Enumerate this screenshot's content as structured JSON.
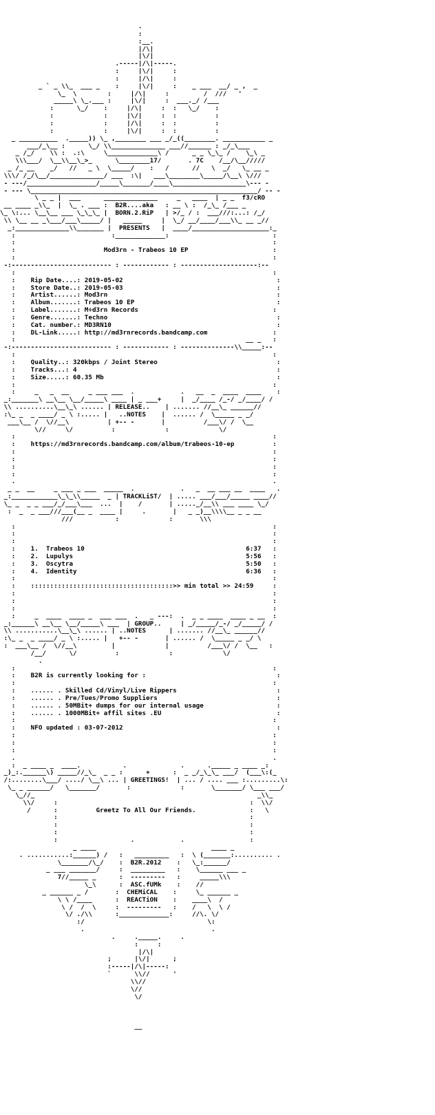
{
  "nfo": {
    "lines": [
      "                                    .",
      "                                    :",
      "                                    :__.",
      "                                    |/\\|",
      "                                    |\\/|",
      "                              .-----|/\\|-----.",
      "                              :     |\\/|     :",
      "                              :     |/\\|     :",
      "          _ ` _ \\\\_  ___ _    :     |\\/|     :    _ ___  __/ _ ,  _",
      "               \\_  \\        :     |/\\|     :         /  ///   '",
      "              _____\\ \\_.___ :     |\\/|     :  ___._/ /___",
      "             :      \\_/    :     |/\\|     :  :   \\_/    :",
      "             :             :     |\\/|     :  :          :",
      "             :             :     |/\\|     :  :          :",
      "             :             :     |\\/|     :  :          :",
      "   _ __________  ._____)) \\_ ,________ ___ _/_((________. ___________ _",
      "       ___/_\\__ :      \\_/ \\\\______________ ___//______ : _/_\\___",
      "    _ /_/    \\\\ :  .:\\     \\_____________\\ /      _ _ \\_\\_ /    \\_\\ _",
      "    \\\\\\___/  \\__\\\\__\\_>_      \\________17/       . 7C    /__/\\__/////",
      "  _ /_ __    _/   //   _ \\  \\_____/    :   /      //   \\  _/   \\_ __ _",
      " \\\\\\/ /_/\\__/______________/ ___  :\\|   ___\\________\\_____/\\__\\ \\///",
      " - ---/__________________/_____\\_______/____\\___________________\\--- -",
      " - --- \\___________________________________________________________/ -- -",
      "         \\ _ _ |  ___      ______________     _   ____  | _ _  f3/cRO",
      " __ ____ _\\\\_  |  \\_ . ___ :  B2R....aka   : __ \\ :  /_\\_ /___ _",
      "\\_ \\:... \\__\\__ ___ \\_\\_\\_ |  BORN.2.RiP   | >/_ / :  ___///:...: /_/",
      " \\\\ \\__ __ _\\___/___\\_____/ |   _____     |  \\_/ __/____/___\\\\_ __ _//",
      "  _:______________\\\\_______ |  PRESENTS   |  ____/____________________:_",
      "   :                         :_____________:                           :",
      "   :                                                                   :",
      "   :                       Mod3rn - Trabeos 10 EP                      :",
      "   :                                                                   :",
      " -:-------------------------- : ------------ : --------------------:--",
      "   :                                                                   :",
      "   :    Rip Date....: 2019-05-02                                        :",
      "   :    Store Date..: 2019-05-03                                        :",
      "   :    Artist......: Mod3rn                                            :",
      "   :    Album.......: Trabeos 10 EP                                     :",
      "   :    Label.......: M÷d3rn Records                                   :",
      "   :    Genre.......: Techno                                            :",
      "   :    Cat. number.: MD3RN10                                           :",
      "   :    DL-Link.....: http://md3rnrecords.bandcamp.com                 :",
      "   :                                                            __ _   :",
      " -:-------------------------- : ------------ : --------------\\\\_____:--",
      "   :                                                                   :",
      "   :    Quality..: 320kbps / Joint Stereo                               :",
      "   :    Tracks...: 4                                                    :",
      "   :    Size.....: 60.35 Mb                                             :",
      "   :                                                                   :",
      "   :     _   _  __     _ ___ ___  .            .   __  _  ____  ____    :",
      " _:_______\\ __\\__ \\__/_____\\ ____ | _ ___+     |  _/____ /_-/ _/____/ /",
      " \\\\ ..........\\__\\_\\ ...... | RELEASE..    | ....... //__\\_ ______//",
      " :\\_ _  _ ____/ _ \\ :..... |   ..NOTES    |  ...... /  \\_____ _ _/",
      "  ___\\__ /  \\//__\\          | +-- -       |          /___\\/ /  \\__",
      "         \\//     \\/          :             :             \\/",
      "   :                                                                   :",
      "   :    https://md3rnrecords.bandcamp.com/album/trabeos-10-ep          :",
      "   :                                                                   :",
      "   :                                                                   :",
      "   :                                                                   :",
      "   :                                                                   :",
      "   .                                                                   .",
      "  _ _  __     _ ___ _ ___  _____  .            .   _  __ ___ __  ____   .",
      " _:____________\\_\\_\\\\_____  _ | TRACKLiST/  | ..... ___/___/_____ ____//",
      " \\_ _  _ _ ___/_/___\\___  ...  |    /       | ....._/__\\\\ ___ ____ \\_/",
      "  :  _  _ ___///___(__ _  ____ |     .       |   _ _)__\\\\\\\\__ _ _ __",
      "                ///           :             :       \\\\\\",
      "   :                                                                   :",
      "   :                                                                   :",
      "   :                                                                   :",
      "   :    1.  Trabeos 10                                          6:37   :",
      "   :    2.  Lupulys                                             5:56   :",
      "   :    3.  Oscytra                                             5:50   :",
      "   :    4.  Identity                                            6:36   :",
      "   :                                                                   :",
      "   :    :::::::::::::::::::::::::::::::::::::>> min total >> 24:59     :",
      "   :                                                                   :",
      "   :                                                                   :",
      "   :                                                                   :",
      "   :     _  ____  ____ _  ___ ___  .   _ ---:  .  _ _ ____  ____ _ __  :",
      " _:______\\ __\\__ \\__/_____\\ ___  | GROUP..     | _/_____/_-/ _/_____/ /",
      " \\\\ ...........\\__\\_\\ ...... | ..NOTES      | ....... //__\\_ ______//",
      " :\\_ _  _ ____/ _ \\ :..... |   +-- -       | ...... /  \\_____ _ _/ \\",
      " :  ___\\__ /  \\//__\\         |             |          /___\\/ /  \\__   :",
      "        /__/      \\/          :             :             \\/",
      "          .",
      "   :                                                                   :",
      "   :    B2R is currently looking for :                                  :",
      "   :                                                                   :",
      "   :    ...... . Skilled Cd/Vinyl/Live Rippers                          :",
      "   :    ...... . Pre/Tues/Promo Suppliers                               :",
      "   :    ...... . 50MBit+ dumps for our internal usage                   :",
      "   :    ...... . 1000MBit+ affil sites .EU                              :",
      "   :                                                                   :",
      "   :    NFO updated : 03-07-2012                                        :",
      "   :                                                                   :",
      "   :                                                                   :",
      "   :                                                                   :",
      "   .                                                                   .",
      "   :  _ ____ _  ____.           .              .      ._____ _ ____ _:",
      " _)_:.______\\) _____//_\\_  _ _ :      +      :  _ _/_\\_\\_ ___/  (___\\:(_",
      " /:........\\___/ ..../ \\__\\ ... | GREETINGS!  | ... / .... ___ :.........\\:",
      "  \\_ _ ______/   \\_______/       :             :       \\_______/ \\___ ___/",
      "    \\_//_                                                          _\\\\_",
      "      \\\\/     :                                                  :  \\\\/",
      "       /      :          Greetz To All Our Friends.              :   \\",
      "              :                                                  :",
      "              :                                                  :",
      "              :                                                  :",
      "              :                   .            .                 :",
      "                   _ ____                              ____ _",
      "     . ...........:______) /   :   _________   :  \\ (_______:.......... .",
      "               \\_______/\\_/    :  B2R.2012    :   \\_:______/",
      "            _ ___ _______/     :  _________   :    \\______ ___ _",
      "               7//_____ _      :  ---------   :     _____\\\\\\",
      "                      \\_\\      :  ASC.fUMk    :    //",
      "           _ ______ _ /       :  CHEMiCAL    :     \\_ ______ _",
      "               \\ \\ /____      :  REACTiON    :    ____\\  /",
      "                \\ /  /  \\     :  ---------   :    /   \\  \\ /",
      "                 \\/ ./\\\\      :_____________:     //\\. \\/",
      "                    :/                                \\:",
      "                     .                                 .",
      "                             .     ._____.     .",
      "                                   :     :",
      "                                    |/\\|",
      "                            ;      |\\/|      ;",
      "                            :-----|/\\|-----:",
      "                            `      \\\\//      '",
      "                                  \\\\//",
      "                                  \\//",
      "                                   \\/",
      "",
      "",
      "",
      "                                   __"
    ]
  }
}
